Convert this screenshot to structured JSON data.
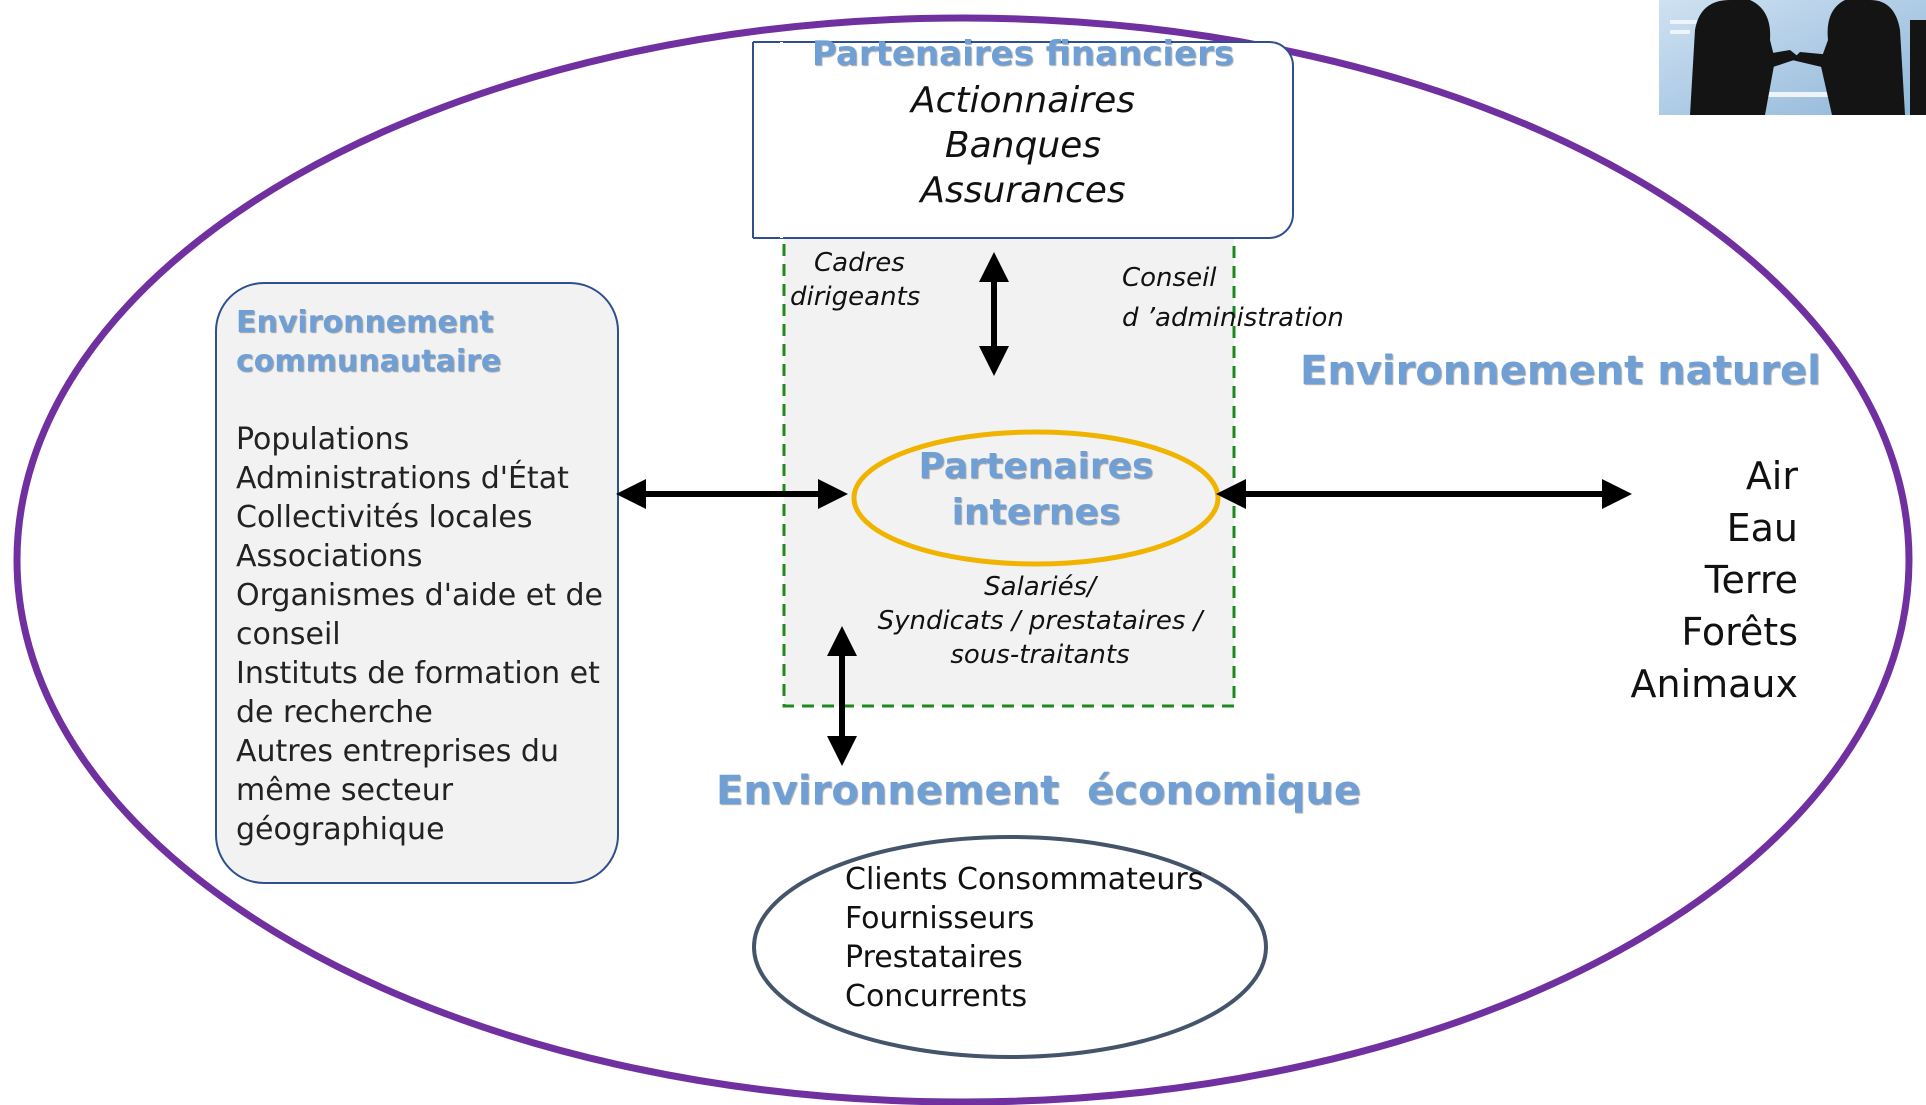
{
  "financial": {
    "title": "Partenaires financiers",
    "items": [
      "Actionnaires",
      "Banques",
      "Assurances"
    ]
  },
  "governance": {
    "left_label": [
      "Cadres",
      "dirigeants"
    ],
    "right_label": [
      "Conseil",
      "d ’administration"
    ]
  },
  "internal": {
    "title": [
      "Partenaires",
      "internes"
    ],
    "caption": [
      "Salariés/",
      "Syndicats / prestataires /",
      "sous-traitants"
    ]
  },
  "community": {
    "title": [
      "Environnement",
      "communautaire"
    ],
    "items": [
      "Populations",
      "Administrations d'État",
      "Collectivités locales",
      "Associations",
      "Organismes d'aide et de",
      "conseil",
      "Instituts de formation et",
      "de recherche",
      "Autres entreprises du",
      "même secteur",
      "géographique"
    ]
  },
  "natural": {
    "title": "Environnement naturel",
    "items": [
      "Air",
      "Eau",
      "Terre",
      "Forêts",
      "Animaux"
    ]
  },
  "economic": {
    "title": "Environnement  économique",
    "items": [
      "Clients Consommateurs",
      "Fournisseurs",
      "Prestataires",
      "Concurrents"
    ]
  },
  "colors": {
    "outer_ellipse": "#7030a0",
    "box_border": "#2f4f8f",
    "dashed_zone": "#1e8a1e",
    "internal_ring": "#f0b400",
    "heading": "#6f9fd4"
  },
  "photo_icon": "business-handshake-photo"
}
